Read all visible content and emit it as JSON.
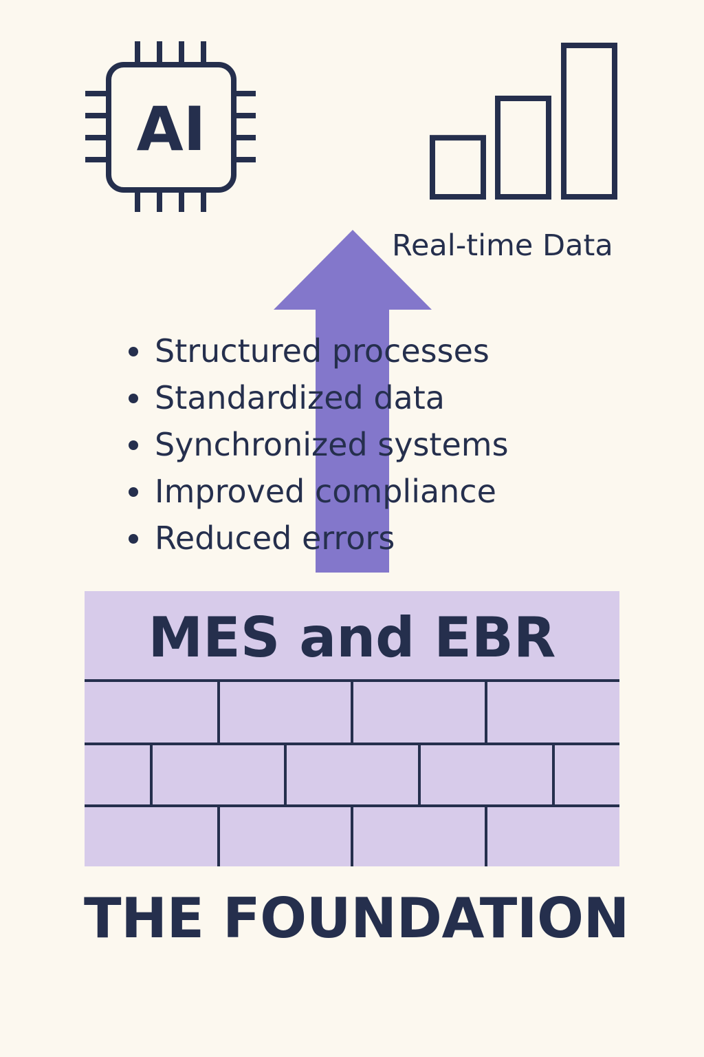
{
  "ai_chip": {
    "label": "AI"
  },
  "data_chart": {
    "label": "Real-time Data",
    "bar_levels": [
      0.39,
      0.65,
      1.0
    ]
  },
  "benefits": [
    "Structured processes",
    "Standardized data",
    "Synchronized systems",
    "Improved compliance",
    "Reduced errors"
  ],
  "foundation": {
    "title": "MES and EBR"
  },
  "footer": {
    "title": "THE FOUNDATION"
  },
  "colors": {
    "background": "#fcf8ef",
    "ink": "#252f4d",
    "arrow": "#8377cb",
    "brick": "#d7cbea"
  },
  "icons": {
    "ai": "ai-chip-icon",
    "chart": "bar-chart-icon",
    "arrow": "up-arrow-icon"
  }
}
